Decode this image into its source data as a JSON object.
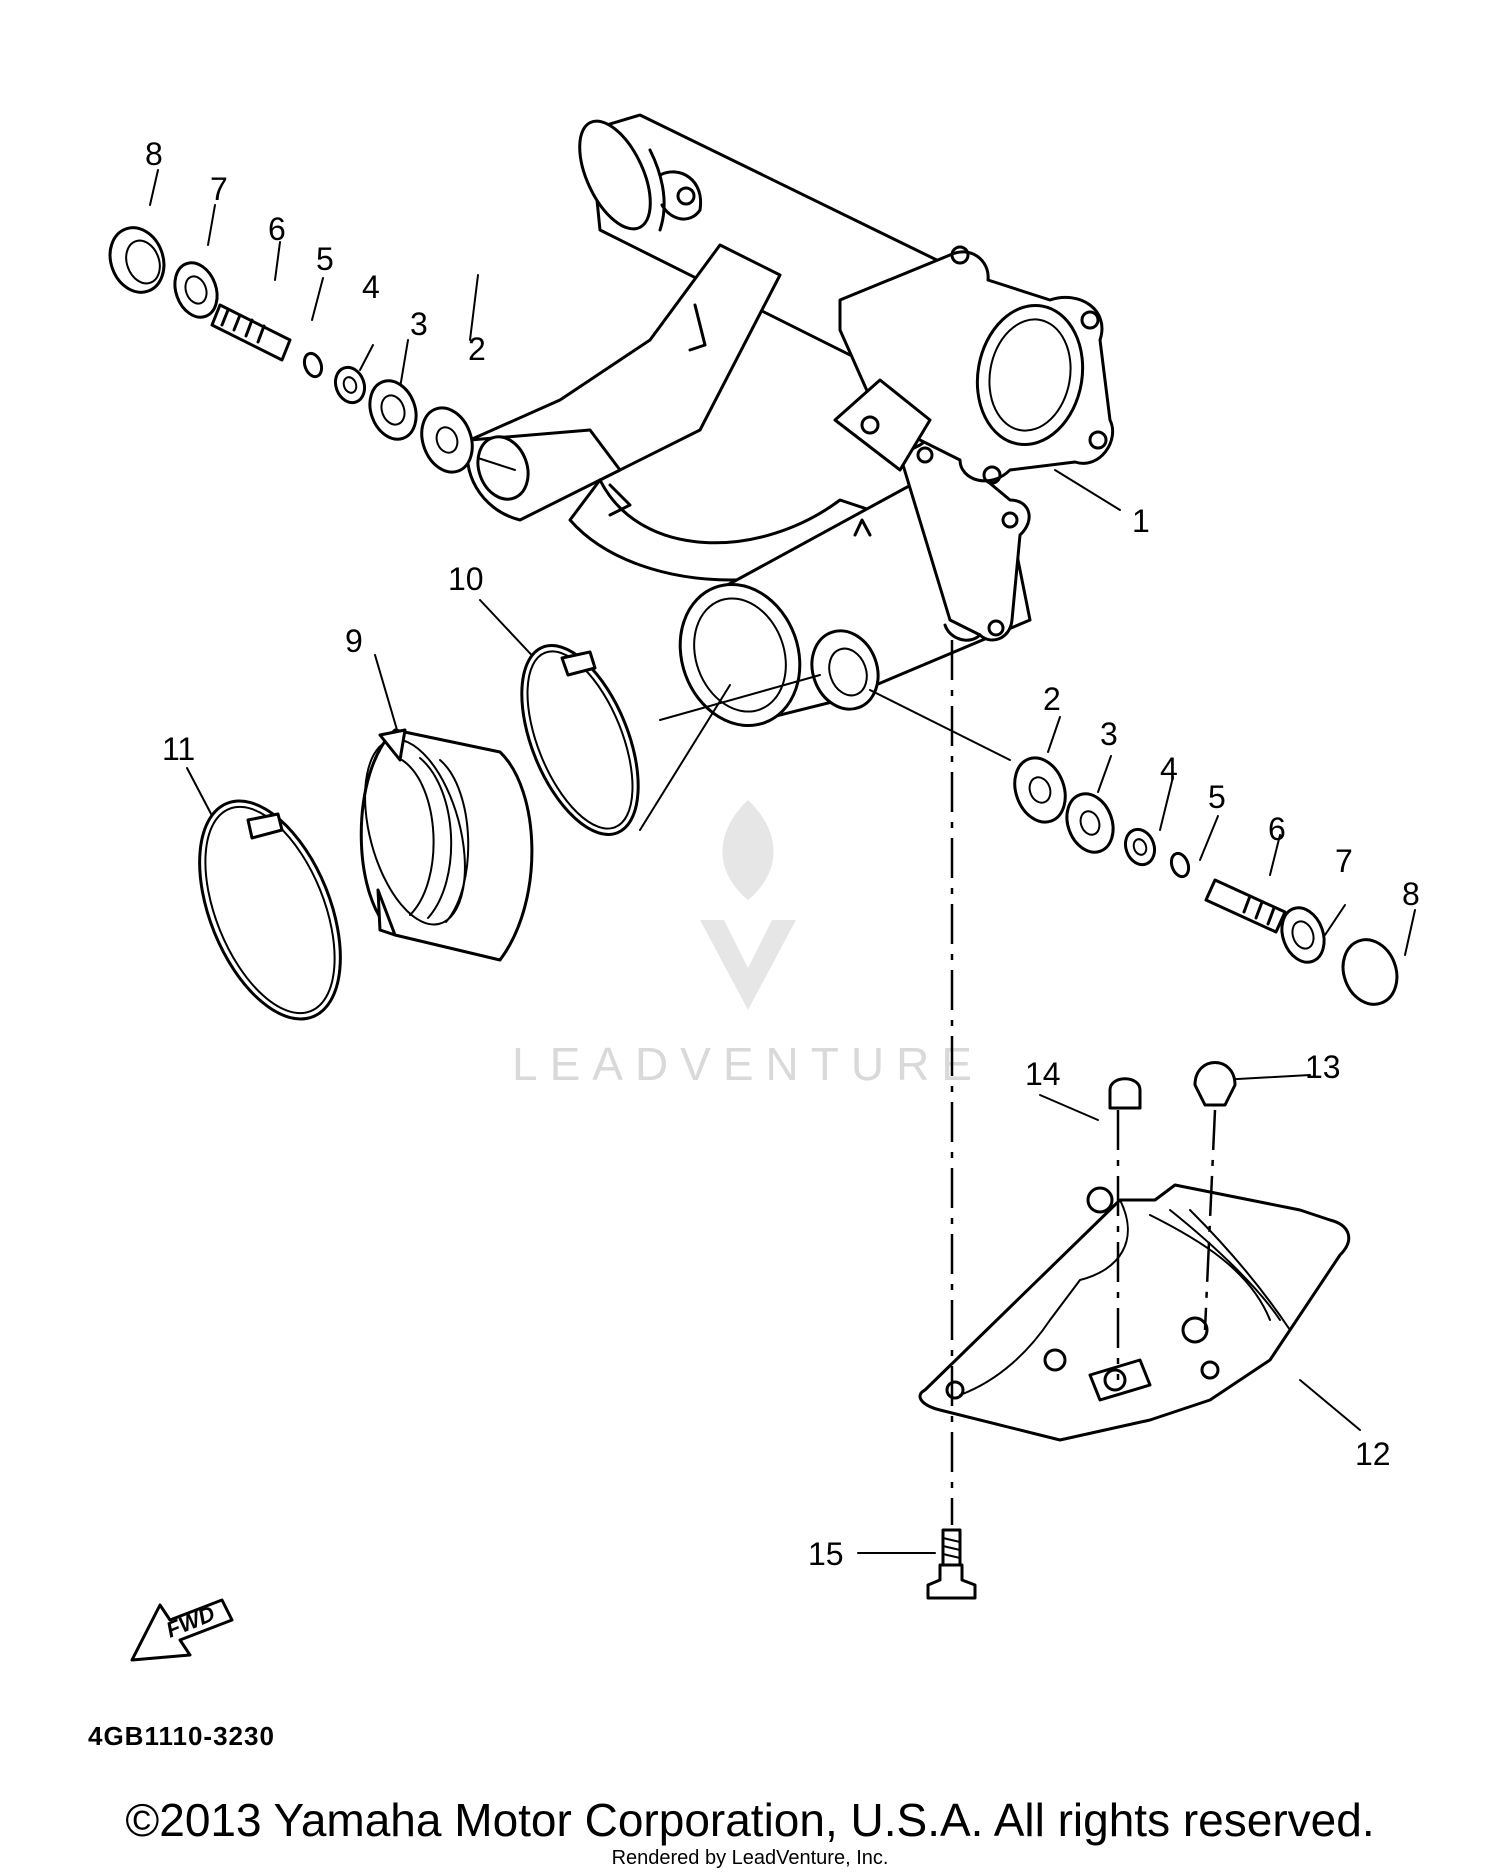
{
  "callouts": {
    "c1": "1",
    "c2": "2",
    "c3": "3",
    "c4": "4",
    "c5": "5",
    "c6": "6",
    "c7": "7",
    "c8": "8",
    "c9": "9",
    "c10": "10",
    "c11": "11",
    "c12": "12",
    "c13": "13",
    "c14": "14",
    "c15": "15"
  },
  "fwd_label": "FWD",
  "diagram_code": "4GB1110-3230",
  "watermark": "LEADVENTURE",
  "copyright": "©2013 Yamaha Motor Corporation, U.S.A. All rights reserved.",
  "rendered_by": "Rendered by LeadVenture, Inc."
}
